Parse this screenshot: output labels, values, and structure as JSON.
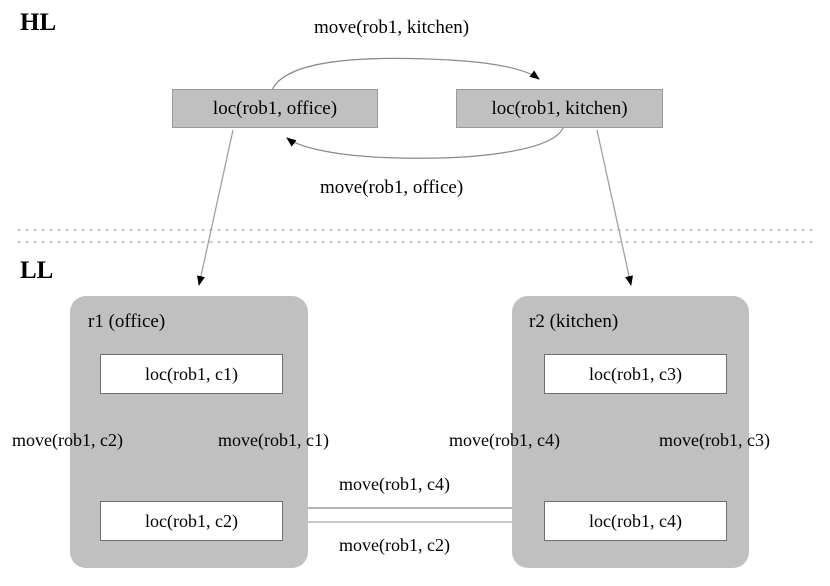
{
  "diagram": {
    "levels": [
      {
        "id": "hl",
        "label": "HL"
      },
      {
        "id": "ll",
        "label": "LL"
      }
    ],
    "hl_nodes": [
      {
        "id": "hl-office",
        "label": "loc(rob1, office)"
      },
      {
        "id": "hl-kitchen",
        "label": "loc(rob1, kitchen)"
      }
    ],
    "hl_edges": [
      {
        "id": "hl-move-kitchen",
        "label": "move(rob1, kitchen)",
        "from": "hl-office",
        "to": "hl-kitchen"
      },
      {
        "id": "hl-move-office",
        "label": "move(rob1, office)",
        "from": "hl-kitchen",
        "to": "hl-office"
      }
    ],
    "ll_groups": [
      {
        "id": "r1",
        "title": "r1 (office)",
        "nodes": [
          {
            "id": "ll-c1",
            "label": "loc(rob1, c1)"
          },
          {
            "id": "ll-c2",
            "label": "loc(rob1, c2)"
          }
        ],
        "edges": [
          {
            "id": "r1-down",
            "label": "move(rob1, c2)",
            "from": "ll-c1",
            "to": "ll-c2"
          },
          {
            "id": "r1-up",
            "label": "move(rob1, c1)",
            "from": "ll-c2",
            "to": "ll-c1"
          }
        ]
      },
      {
        "id": "r2",
        "title": "r2 (kitchen)",
        "nodes": [
          {
            "id": "ll-c3",
            "label": "loc(rob1, c3)"
          },
          {
            "id": "ll-c4",
            "label": "loc(rob1, c4)"
          }
        ],
        "edges": [
          {
            "id": "r2-down",
            "label": "move(rob1, c4)",
            "from": "ll-c3",
            "to": "ll-c4"
          },
          {
            "id": "r2-up",
            "label": "move(rob1, c3)",
            "from": "ll-c4",
            "to": "ll-c3"
          }
        ]
      }
    ],
    "cross_edges": [
      {
        "id": "cross-to-c4",
        "label": "move(rob1, c4)",
        "from": "ll-c2",
        "to": "ll-c4"
      },
      {
        "id": "cross-to-c2",
        "label": "move(rob1, c2)",
        "from": "ll-c4",
        "to": "ll-c2"
      }
    ],
    "refinement_edges": [
      {
        "id": "refine-office",
        "from": "hl-office",
        "to": "r1"
      },
      {
        "id": "refine-kitchen",
        "from": "hl-kitchen",
        "to": "r2"
      }
    ],
    "colors": {
      "hl_node_fill": "#c0c0c0",
      "ll_group_fill": "#c0c0c0",
      "ll_node_fill": "#ffffff",
      "edge_stroke": "#808080",
      "arrowhead": "#000000",
      "divider": "#c8a8a8",
      "background": "#ffffff"
    }
  }
}
